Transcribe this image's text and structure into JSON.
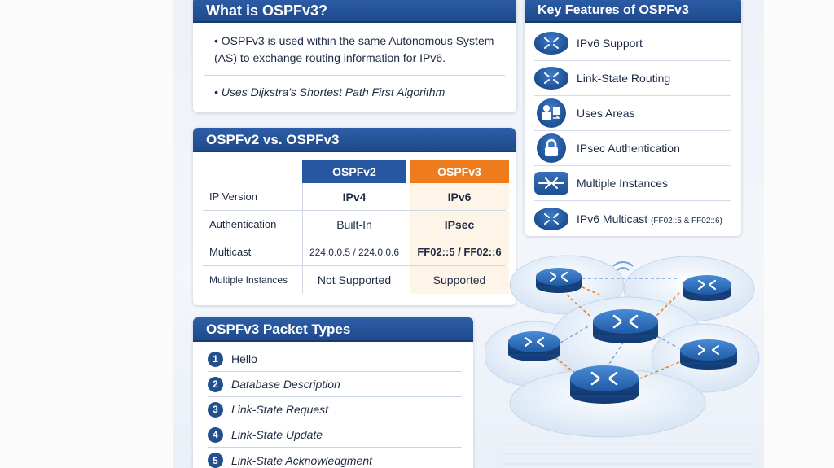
{
  "what": {
    "title": "What is OSPFv3?",
    "bullet1": "• OSPFv3 is used within the same Autonomous System (AS) to exchange routing information for IPv6.",
    "bullet2": "• Uses Dijkstra's Shortest Path First Algorithm"
  },
  "compare": {
    "title": "OSPFv2 vs. OSPFv3",
    "col_v2": "OSPFv2",
    "col_v3": "OSPFv3",
    "rows": [
      {
        "label": "IP Version",
        "v2": "IPv4",
        "v3": "IPv6"
      },
      {
        "label": "Authentication",
        "v2": "Built-In",
        "v3": "IPsec"
      },
      {
        "label": "Multicast",
        "v2": "224.0.0.5 / 224.0.0.6",
        "v3": "FF02::5 / FF02::6"
      },
      {
        "label": "Multiple Instances",
        "v2": "Not Supported",
        "v3": "Supported"
      }
    ]
  },
  "packets": {
    "title": "OSPFv3 Packet Types",
    "items": [
      {
        "num": "1",
        "label": "Hello"
      },
      {
        "num": "2",
        "label": "Database Description"
      },
      {
        "num": "3",
        "label": "Link-State Request"
      },
      {
        "num": "4",
        "label": "Link-State Update"
      },
      {
        "num": "5",
        "label": "Link-State Acknowledgment"
      }
    ]
  },
  "features": {
    "title": "Key Features of OSPFv3",
    "items": [
      {
        "label": "IPv6 Support",
        "icon": "router-icon"
      },
      {
        "label": "Link-State Routing",
        "icon": "router-icon"
      },
      {
        "label": "Uses Areas",
        "icon": "areas-icon"
      },
      {
        "label": "IPsec Authentication",
        "icon": "lock-icon"
      },
      {
        "label": "Multiple Instances",
        "icon": "instances-icon"
      },
      {
        "label": "IPv6 Multicast",
        "note": "(FF02::5 & FF02::6)",
        "icon": "router-icon"
      }
    ]
  },
  "colors": {
    "header_blue": "#1f4a8c",
    "orange": "#ef7c1c",
    "router_blue": "#1d4f93"
  }
}
